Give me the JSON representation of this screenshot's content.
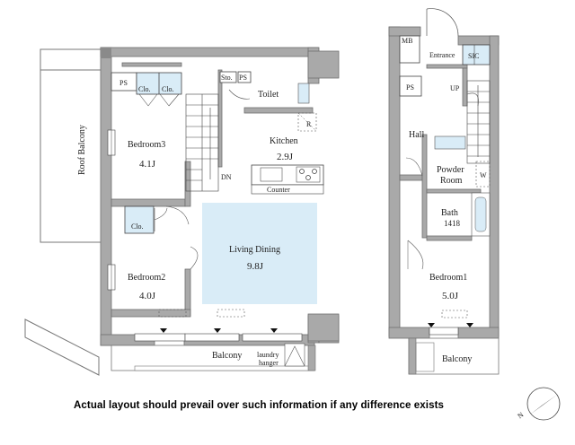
{
  "unit_a": {
    "roof_balcony": "Roof Balcony",
    "ps": "PS",
    "clo": "Clo.",
    "sto": "Sto.",
    "toilet": "Toilet",
    "kitchen": "Kitchen",
    "kitchen_size": "2.9J",
    "r": "R",
    "bedroom3": "Bedroom3",
    "bedroom3_size": "4.1J",
    "dn": "DN",
    "counter": "Counter",
    "living_dining": "Living Dining",
    "living_dining_size": "9.8J",
    "bedroom2": "Bedroom2",
    "bedroom2_size": "4.0J",
    "balcony": "Balcony",
    "laundry_1": "laundry",
    "laundry_2": "hanger"
  },
  "unit_b": {
    "mb": "MB",
    "entrance": "Entrance",
    "sic": "SIC",
    "ps": "PS",
    "up": "UP",
    "hall": "Hall",
    "powder_1": "Powder",
    "powder_2": "Room",
    "w": "W",
    "bath": "Bath",
    "bath_size": "1418",
    "bedroom1": "Bedroom1",
    "bedroom1_size": "5.0J",
    "balcony": "Balcony"
  },
  "compass_letter": "N",
  "colors": {
    "wall": "#a9a9a9",
    "wall_edge": "#6e6e6e",
    "living_fill": "#d9ecf7",
    "closet_fill": "#d9ecf7"
  },
  "disclaimer": "Actual layout should prevail over such information if any difference exists"
}
